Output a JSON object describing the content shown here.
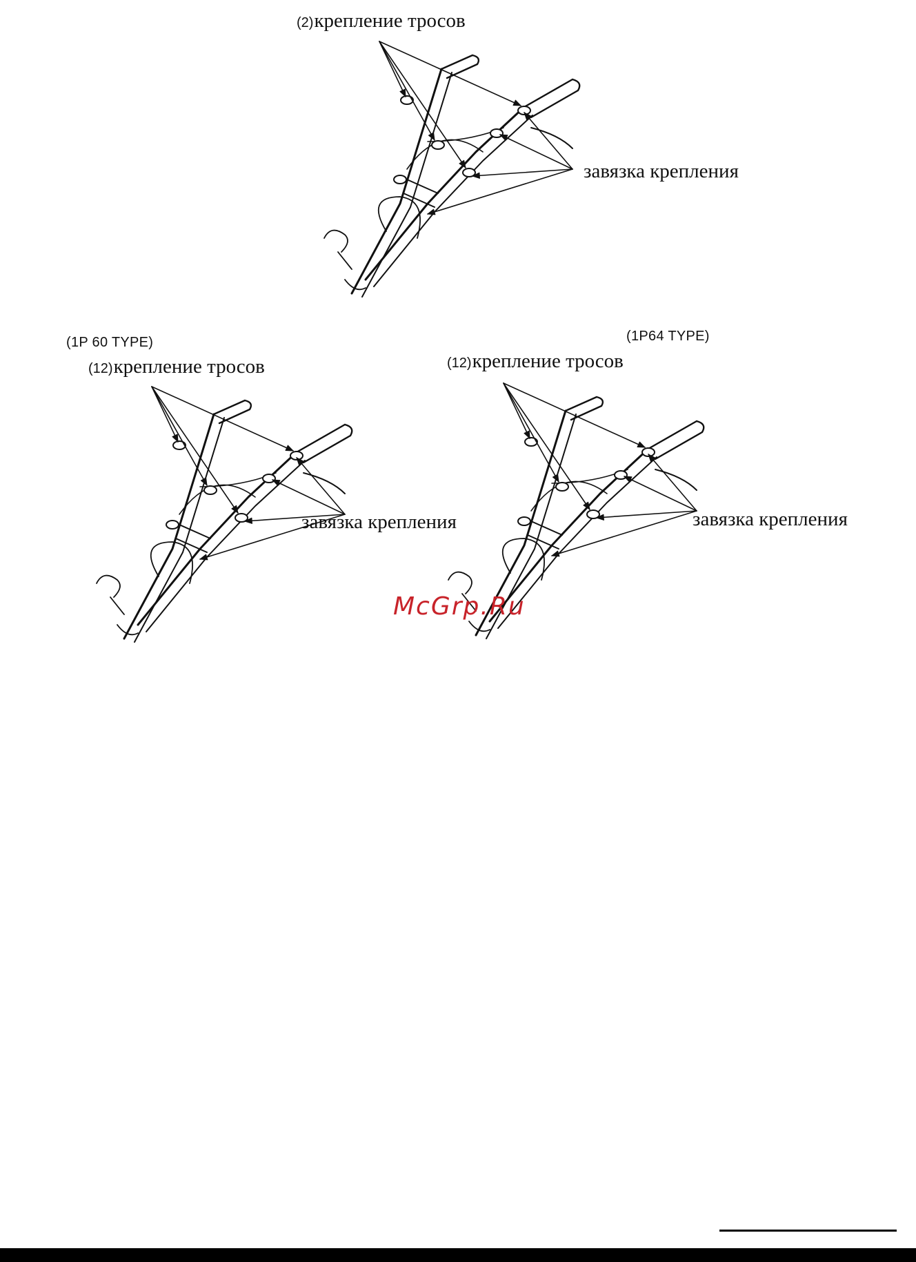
{
  "diagrams": [
    {
      "type_label": "",
      "ref_number": "(2)",
      "cable_label": "крепление тросов",
      "tie_label": "завязка крепления"
    },
    {
      "type_label": "(1P 60 TYPE)",
      "ref_number": "(12)",
      "cable_label": "крепление тросов",
      "tie_label": "завязка крепления"
    },
    {
      "type_label": "(1P64 TYPE)",
      "ref_number": "(12)",
      "cable_label": "крепление тросов",
      "tie_label": "завязка крепления"
    }
  ],
  "watermark": "McGrp.Ru",
  "colors": {
    "watermark": "#c8232a",
    "ink": "#111111",
    "background": "#ffffff"
  }
}
